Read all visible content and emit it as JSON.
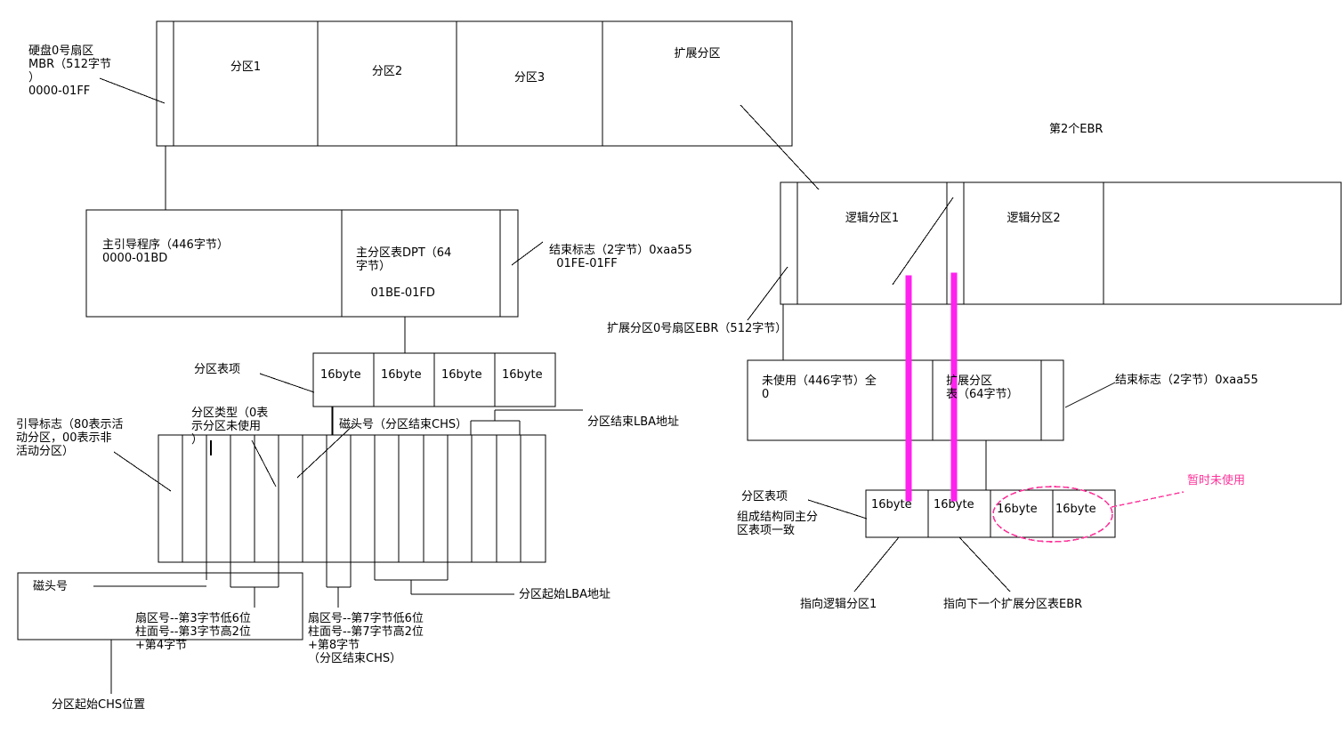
{
  "diagram": {
    "title_absent": true,
    "colors": {
      "line": "#000000",
      "magenta_bar": "#ff22ee",
      "pink_annotation": "#ff3399"
    }
  },
  "disk_bar": {
    "mbr_strip_label": "",
    "partitions": [
      {
        "label": "分区1"
      },
      {
        "label": "分区2"
      },
      {
        "label": "分区3"
      },
      {
        "label": "扩展分区"
      }
    ]
  },
  "mbr": {
    "callout": "硬盘0号扇区\nMBR（512字节\n）\n0000-01FF",
    "boot_code": "主引导程序（446字节）\n0000-01BD",
    "dpt": "主分区表DPT（64\n字节）\n\n    01BE-01FD",
    "end_flag": "结束标志（2字节）0xaa55\n  01FE-01FF"
  },
  "dpt_entries": {
    "entry_label": "分区表项",
    "cells": [
      "16byte",
      "16byte",
      "16byte",
      "16byte"
    ]
  },
  "byte_detail": {
    "boot_flag_label": "引导标志（80表示活\n动分区，00表示非\n活动分区）",
    "part_type_label": "分区类型（0表\n示分区未使用\n）",
    "head_num_end_label": "磁头号（分区结束CHS）",
    "end_lba_label": "分区结束LBA地址",
    "start_lba_label": "分区起始LBA地址",
    "head_num_label": "磁头号",
    "start_chs_group": "扇区号--第3字节低6位\n柱面号--第3字节高2位\n+第4字节",
    "end_chs_group": "扇区号--第7字节低6位\n柱面号--第7字节高2位\n+第8字节\n（分区结束CHS）",
    "start_chs_caption": "分区起始CHS位置"
  },
  "extended": {
    "logical_partitions": [
      {
        "label": "逻辑分区1"
      },
      {
        "label": "逻辑分区2"
      }
    ],
    "second_ebr_label": "第2个EBR",
    "ebr_callout": "扩展分区0号扇区EBR（512字节）"
  },
  "ebr": {
    "unused": "未使用（446字节）全\n0",
    "ext_table": "扩展分区\n表（64字节）",
    "end_flag": "结束标志（2字节）0xaa55"
  },
  "ebr_entries": {
    "entry_label": "分区表项",
    "entry_sub_label": "组成结构同主分\n区表项一致",
    "cells": [
      "16byte",
      "16byte",
      "16byte",
      "16byte"
    ],
    "unused_note": "暂时未使用",
    "pointer1": "指向逻辑分区1",
    "pointer2": "指向下一个扩展分区表EBR"
  }
}
